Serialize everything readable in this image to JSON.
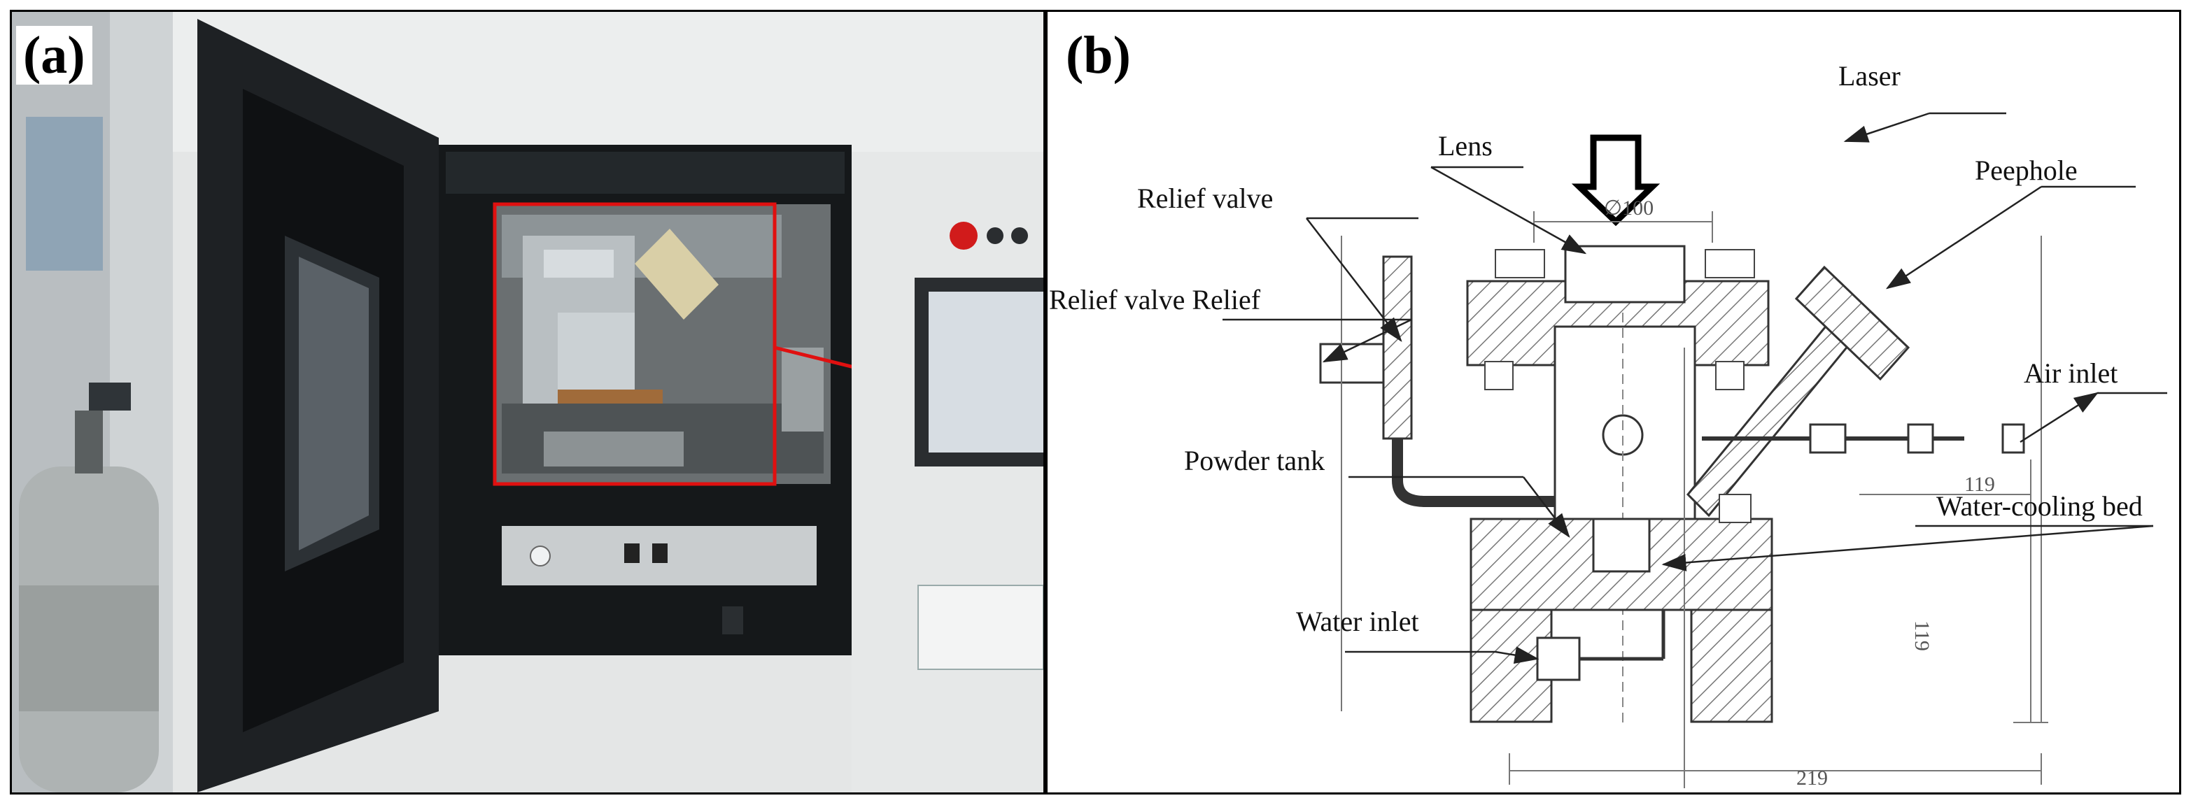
{
  "panel_a": {
    "label": "(a)",
    "colors": {
      "highlight_box": "#e01010",
      "arrow": "#e01010"
    }
  },
  "panel_b": {
    "label": "(b)",
    "callouts": {
      "laser": "Laser",
      "lens": "Lens",
      "relief_valve": "Relief valve",
      "peephole": "Peephole",
      "relief_valve_relief": "Relief valve Relief",
      "air_inlet": "Air inlet",
      "powder_tank": "Powder tank",
      "water_cooling_bed": "Water-cooling bed",
      "water_inlet": "Water inlet"
    },
    "dimensions": {
      "diameter": "∅100",
      "width_upper": "119",
      "height": "119",
      "width_total": "219"
    }
  }
}
